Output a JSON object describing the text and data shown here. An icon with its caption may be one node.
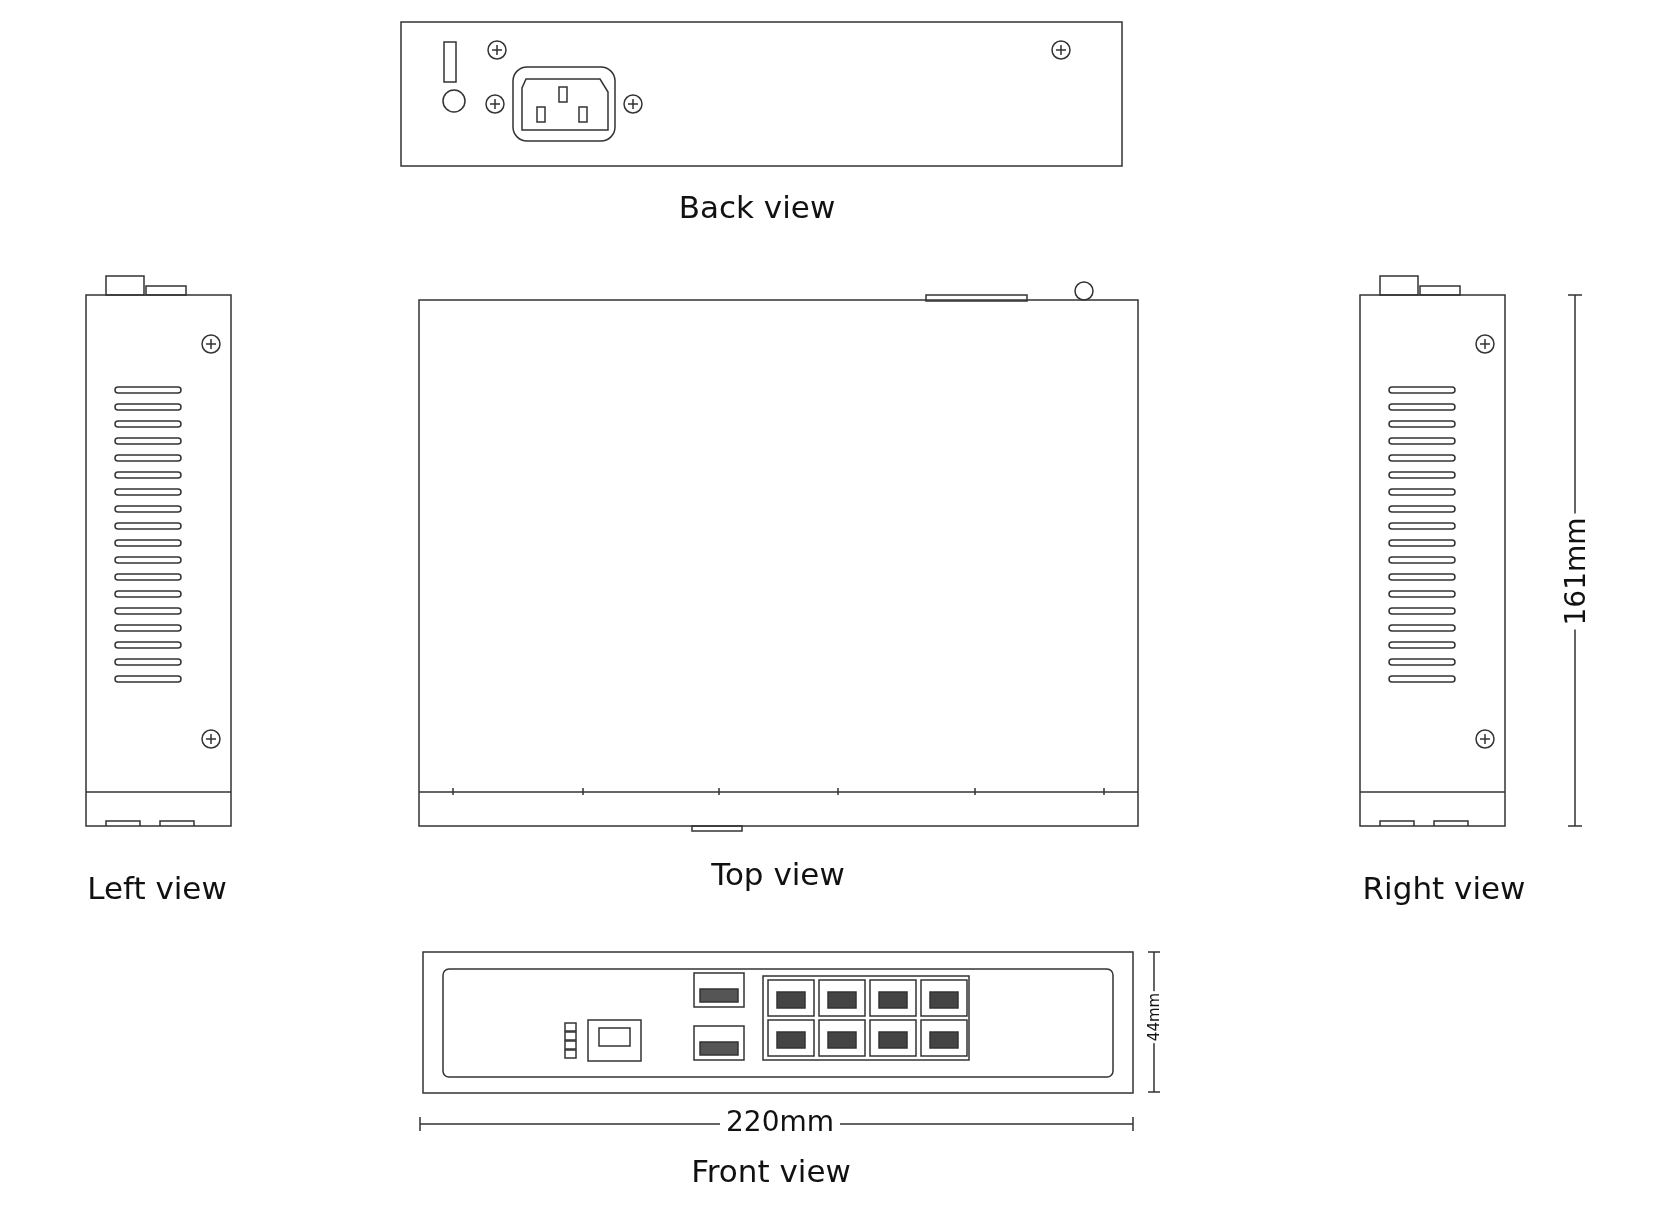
{
  "diagram": {
    "labels": [
      "Back view",
      "Left view",
      "Top view",
      "Right view",
      "161mm",
      "44mm",
      "220mm",
      "Front view"
    ]
  }
}
